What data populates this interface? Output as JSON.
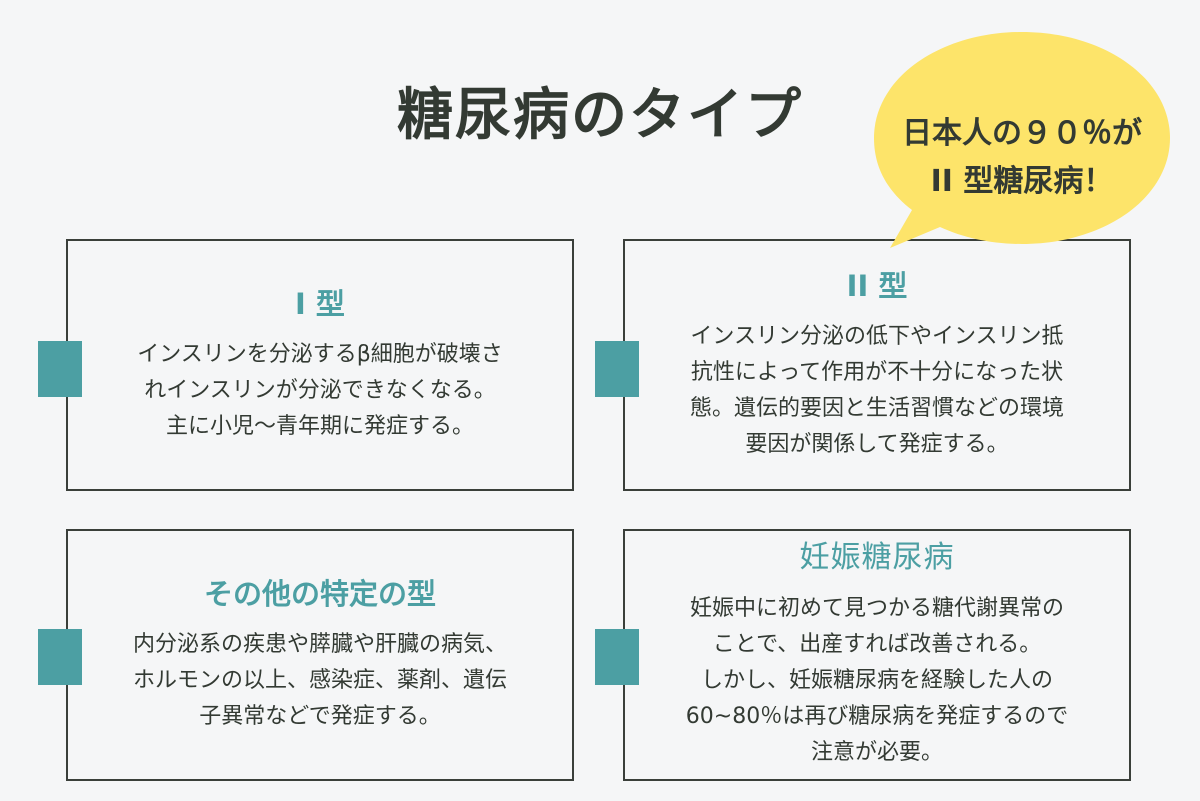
{
  "title": "糖尿病のタイプ",
  "callout": {
    "text": "日本人の９０％が\nII 型糖尿病！",
    "color": "#fde46a"
  },
  "accent_color": "#4c9fa3",
  "cards": [
    {
      "title": "I 型",
      "body": "インスリンを分泌するβ細胞が破壊さ\nれインスリンが分泌できなくなる。\n主に小児〜青年期に発症する。"
    },
    {
      "title": "II 型",
      "body": "インスリン分泌の低下やインスリン抵\n抗性によって作用が不十分になった状\n態。遺伝的要因と生活習慣などの環境\n要因が関係して発症する。"
    },
    {
      "title": "その他の特定の型",
      "body": "内分泌系の疾患や膵臓や肝臓の病気、\nホルモンの以上、感染症、薬剤、遺伝\n子異常などで発症する。"
    },
    {
      "title": "妊娠糖尿病",
      "body": "妊娠中に初めて見つかる糖代謝異常の\nことで、出産すれば改善される。\nしかし、妊娠糖尿病を経験した人の\n60~80％は再び糖尿病を発症するので\n注意が必要。"
    }
  ]
}
